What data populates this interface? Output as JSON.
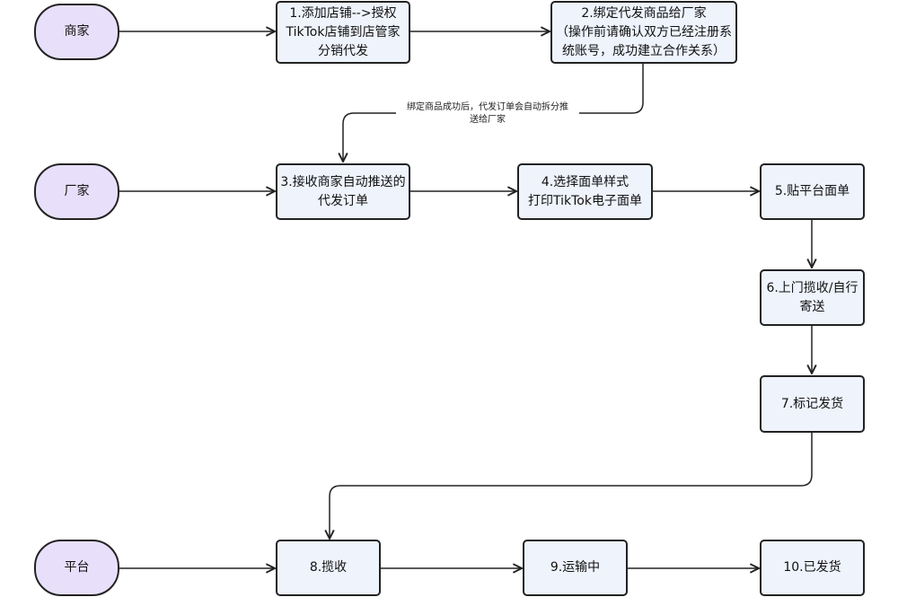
{
  "actors": {
    "merchant": "商家",
    "manufacturer": "厂家",
    "platform": "平台"
  },
  "steps": {
    "s1": "1.添加店铺-->授权\nTikTok店铺到店管家\n分销代发",
    "s2": "2.绑定代发商品给厂家\n（操作前请确认双方已经注册系\n统账号，成功建立合作关系）",
    "s3": "3.接收商家自动推送的\n代发订单",
    "s4": "4.选择面单样式\n打印TikTok电子面单",
    "s5": "5.贴平台面单",
    "s6": "6.上门揽收/自行\n寄送",
    "s7": "7.标记发货",
    "s8": "8.揽收",
    "s9": "9.运输中",
    "s10": "10.已发货"
  },
  "edge_labels": {
    "s2_to_s3": "绑定商品成功后，代发订单会自动拆分推\n送给厂家"
  },
  "colors": {
    "actor_fill": "#e8e0fb",
    "step_fill": "#eef3fc",
    "stroke": "#222222"
  }
}
